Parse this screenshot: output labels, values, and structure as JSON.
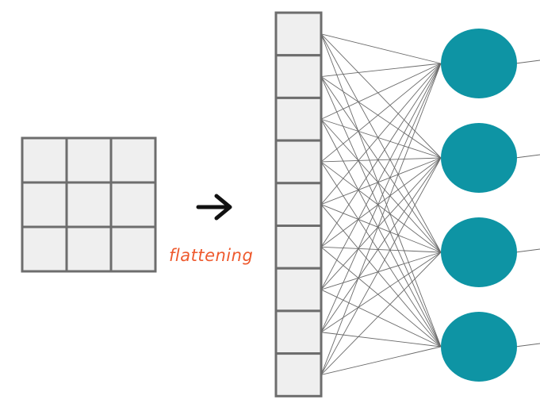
{
  "diagram": {
    "label": "flattening",
    "arrow_glyph": "➔",
    "grid": {
      "rows": 3,
      "cols": 3
    },
    "vector": {
      "cells": 9
    },
    "neurons": {
      "count": 4,
      "color": "#0e94a4"
    },
    "colors": {
      "cell_fill": "#efefef",
      "cell_stroke": "#6d6d6d",
      "connection": "#6a6a6a",
      "label": "#ee5a2e",
      "arrow": "#111111"
    }
  }
}
